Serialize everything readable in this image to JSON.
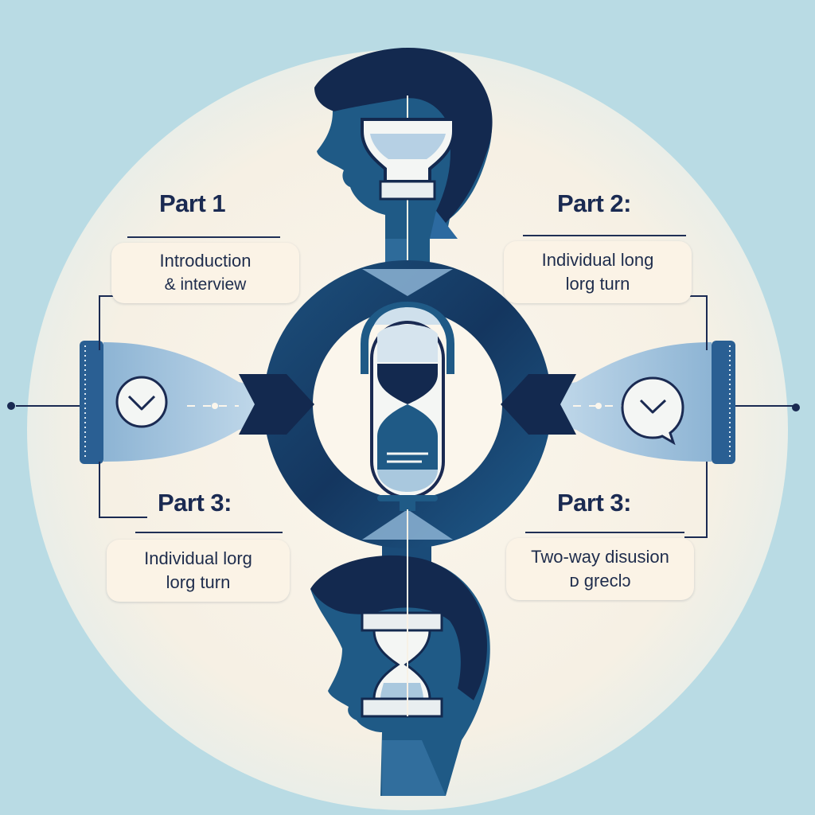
{
  "parts": [
    {
      "id": "part1",
      "title": "Part 1",
      "lines": [
        "Introduction",
        "& interview"
      ]
    },
    {
      "id": "part2",
      "title": "Part 2:",
      "lines": [
        "Individual long",
        "lorg turn"
      ]
    },
    {
      "id": "part3a",
      "title": "Part 3:",
      "lines": [
        "Individual lorg",
        "lorg turn"
      ]
    },
    {
      "id": "part3b",
      "title": "Part 3:",
      "lines": [
        "Two-way disusion",
        "ᴅ greclɔ"
      ]
    }
  ],
  "icons": {
    "center": "microphone-hourglass-icon",
    "left_bubble": "chevron-bubble-icon",
    "right_bubble": "speech-bubble-chevron-icon",
    "top_figure": "head-silhouette-hourglass-icon",
    "bottom_figure": "head-silhouette-hourglass-icon"
  },
  "colors": {
    "background": "#b9dbe4",
    "circle": "#f7f1e6",
    "navy": "#13294f",
    "blue": "#1f5a86",
    "light_blue": "#a9c8de",
    "text": "#1a2a52"
  }
}
